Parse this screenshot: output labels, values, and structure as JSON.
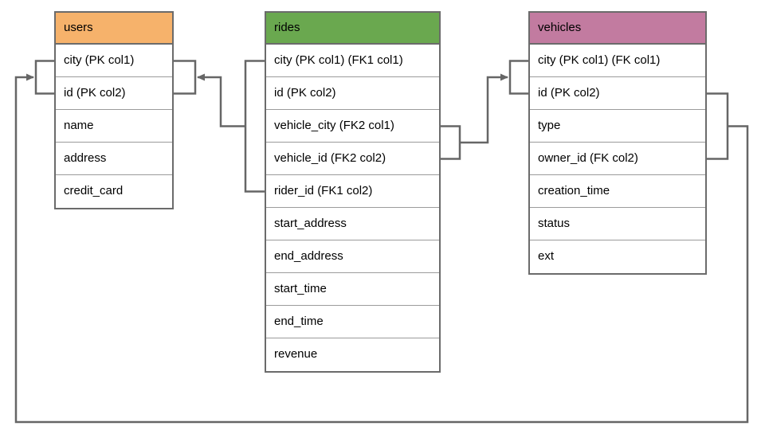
{
  "canvas": {
    "background": "#ffffff",
    "connector_color": "#666666",
    "table_border_color": "#6b6b6b",
    "row_divider_color": "#9b9b9b"
  },
  "tables": {
    "users": {
      "title": "users",
      "header_color": "#F6B26B",
      "rows": [
        "city (PK col1)",
        "id (PK col2)",
        "name",
        "address",
        "credit_card"
      ]
    },
    "rides": {
      "title": "rides",
      "header_color": "#6AA84F",
      "rows": [
        "city (PK col1) (FK1 col1)",
        "id (PK col2)",
        "vehicle_city (FK2 col1)",
        "vehicle_id (FK2 col2)",
        "rider_id (FK1 col2)",
        "start_address",
        "end_address",
        "start_time",
        "end_time",
        "revenue"
      ]
    },
    "vehicles": {
      "title": "vehicles",
      "header_color": "#C27BA0",
      "rows": [
        "city (PK col1) (FK col1)",
        "id (PK col2)",
        "type",
        "owner_id (FK col2)",
        "creation_time",
        "status",
        "ext"
      ]
    }
  },
  "relationships": [
    {
      "name": "rides-to-users",
      "from_columns": "rides: city (FK1 col1) + rider_id (FK1 col2)",
      "to_columns": "users: city (PK col1) + id (PK col2)",
      "arrow_points_to": "users"
    },
    {
      "name": "rides-to-vehicles",
      "from_columns": "rides: vehicle_city (FK2 col1) + vehicle_id (FK2 col2)",
      "to_columns": "vehicles: city (PK col1) + id (PK col2)",
      "arrow_points_to": "vehicles"
    },
    {
      "name": "vehicles-to-users",
      "from_columns": "vehicles: id (PK col2) + owner_id (FK col2)",
      "to_columns": "users: city (PK col1) + id (PK col2)",
      "arrow_points_to": "users"
    }
  ]
}
